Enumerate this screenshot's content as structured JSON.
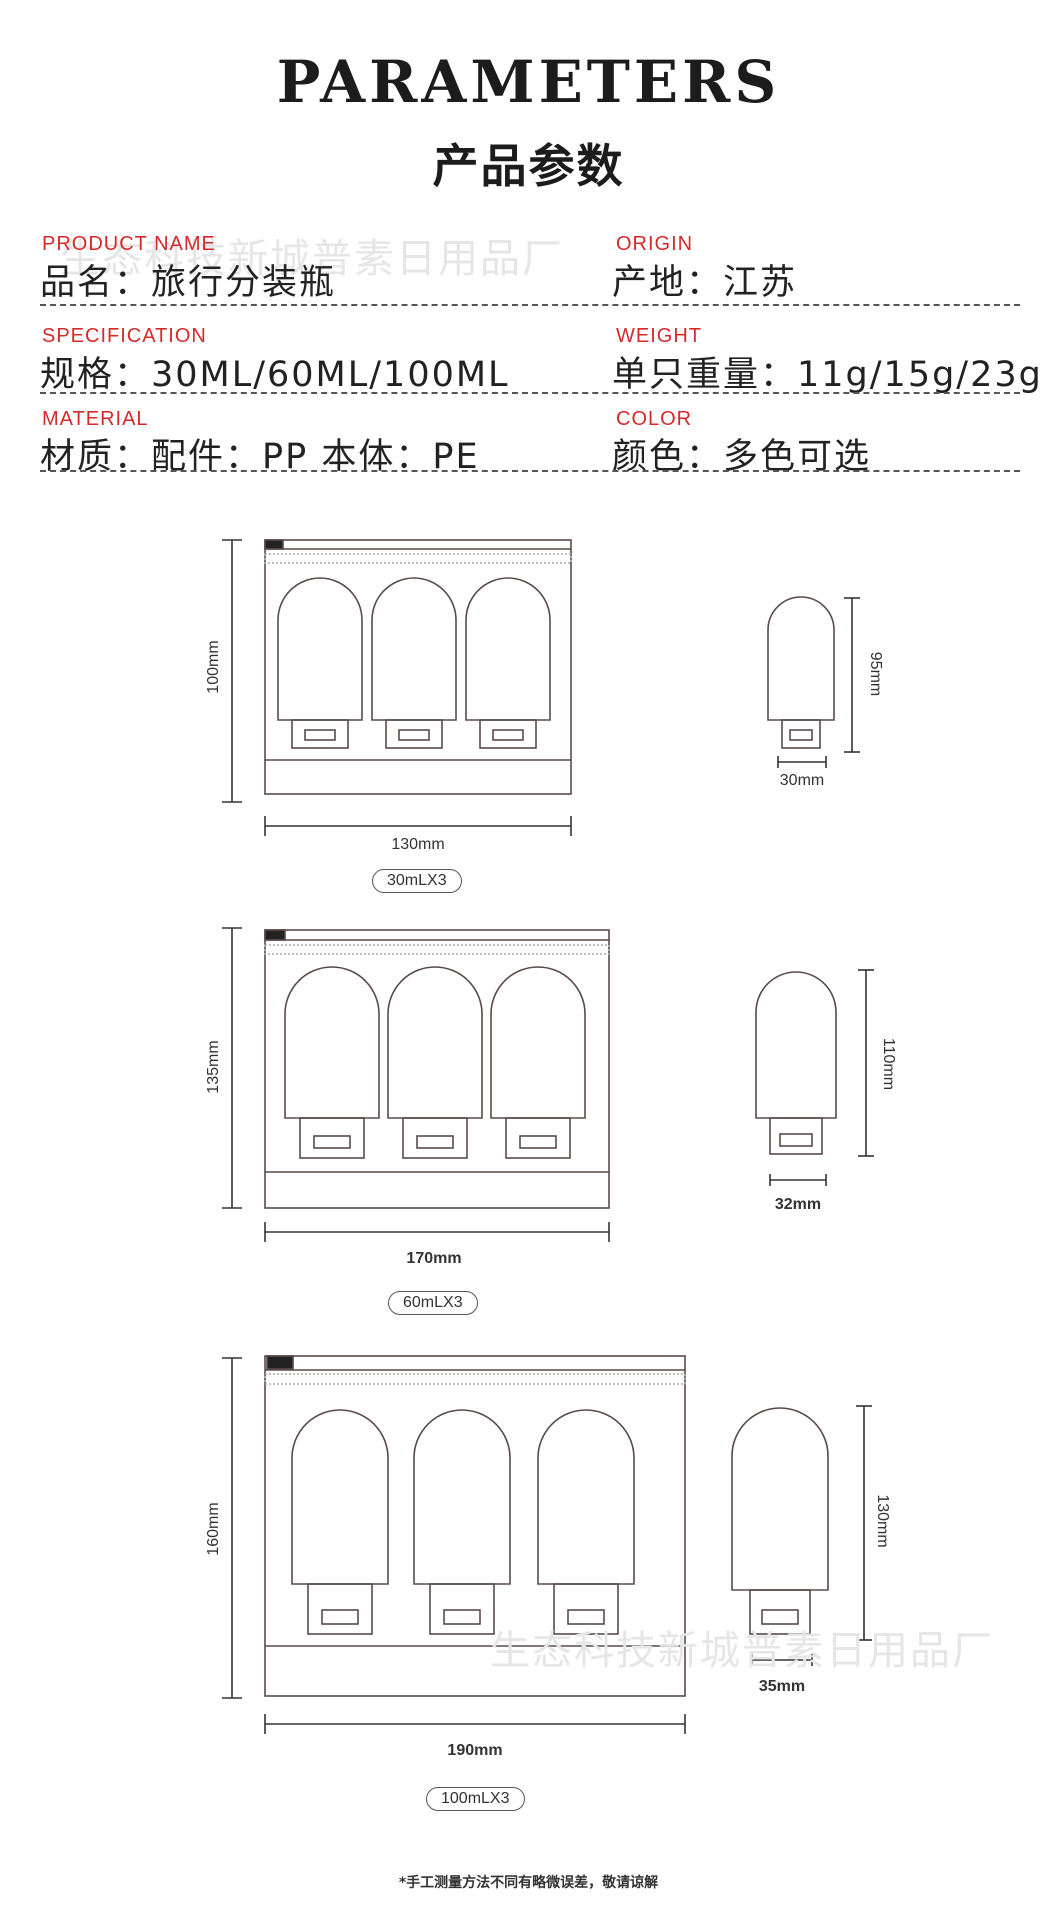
{
  "header": {
    "title_en": "PARAMETERS",
    "title_cn": "产品参数"
  },
  "specs": {
    "product_name": {
      "label_en": "PRODUCT NAME",
      "text": "品名：旅行分装瓶"
    },
    "origin": {
      "label_en": "ORIGIN",
      "text": "产地：江苏"
    },
    "specification": {
      "label_en": "SPECIFICATION",
      "text": "规格：30ML/60ML/100ML"
    },
    "weight": {
      "label_en": "WEIGHT",
      "text": "单只重量：11g/15g/23g"
    },
    "material": {
      "label_en": "MATERIAL",
      "text": "材质：配件：PP 本体：PE"
    },
    "color": {
      "label_en": "COLOR",
      "text": "颜色：多色可选"
    }
  },
  "watermarks": {
    "top": "生态科技新城普素日用品厂",
    "bottom": "生态科技新城普素日用品厂"
  },
  "diagrams": [
    {
      "height_label": "100mm",
      "width_label": "130mm",
      "tag": "30mLX3",
      "bottle_height": "95mm",
      "bottle_width": "30mm"
    },
    {
      "height_label": "135mm",
      "width_label": "170mm",
      "tag": "60mLX3",
      "bottle_height": "110mm",
      "bottle_width": "32mm"
    },
    {
      "height_label": "160mm",
      "width_label": "190mm",
      "tag": "100mLX3",
      "bottle_height": "130mm",
      "bottle_width": "35mm"
    }
  ],
  "footer": {
    "note": "*手工测量方法不同有略微误差，敬请谅解"
  }
}
